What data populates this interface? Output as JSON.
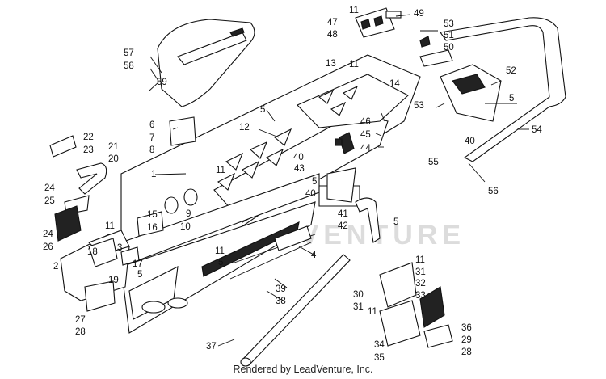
{
  "watermark": "LEADVENTURE",
  "footer": "Rendered by LeadVenture, Inc.",
  "callouts": [
    "1",
    "2",
    "3",
    "4",
    "5",
    "6",
    "7",
    "8",
    "9",
    "10",
    "11",
    "12",
    "13",
    "14",
    "15",
    "16",
    "17",
    "18",
    "19",
    "20",
    "21",
    "22",
    "23",
    "24",
    "25",
    "26",
    "27",
    "28",
    "29",
    "30",
    "31",
    "32",
    "33",
    "34",
    "35",
    "36",
    "37",
    "38",
    "39",
    "40",
    "41",
    "42",
    "43",
    "44",
    "45",
    "46",
    "47",
    "48",
    "49",
    "50",
    "51",
    "52",
    "53",
    "54",
    "55",
    "56",
    "57",
    "58",
    "59"
  ]
}
